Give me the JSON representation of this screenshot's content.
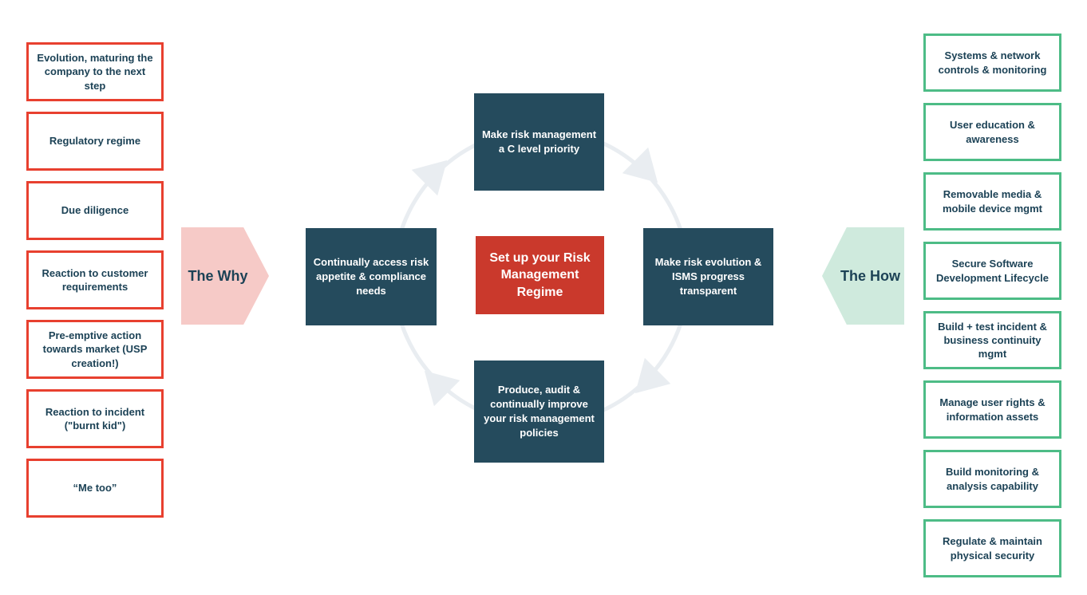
{
  "colors": {
    "red_border": "#e8402f",
    "green_border": "#4dbc86",
    "navy_box": "#254b5d",
    "navy_text": "#1c4256",
    "center_red": "#ca392c",
    "pink": "#f6cac7",
    "mint": "#cfeadd",
    "circle_gray": "#e9edf1",
    "white": "#ffffff"
  },
  "why_arrow": {
    "label": "The Why"
  },
  "how_arrow": {
    "label": "The How"
  },
  "why_column": {
    "items": [
      {
        "label": "Evolution, maturing the company to the next step"
      },
      {
        "label": "Regulatory regime"
      },
      {
        "label": "Due diligence"
      },
      {
        "label": "Reaction to customer requirements"
      },
      {
        "label": "Pre-emptive action towards market (USP creation!)"
      },
      {
        "label": "Reaction to incident (\"burnt kid\")"
      },
      {
        "label": "“Me too”"
      }
    ]
  },
  "how_column": {
    "items": [
      {
        "label": "Systems & network controls & monitoring"
      },
      {
        "label": "User education & awareness"
      },
      {
        "label": "Removable media & mobile device mgmt"
      },
      {
        "label": "Secure Software Development Lifecycle"
      },
      {
        "label": "Build + test incident & business continuity mgmt"
      },
      {
        "label": "Manage user rights & information assets"
      },
      {
        "label": "Build monitoring & analysis capability"
      },
      {
        "label": "Regulate & maintain physical security"
      }
    ]
  },
  "cycle": {
    "center": {
      "label": "Set up your Risk Management Regime"
    },
    "steps": [
      {
        "position": "top",
        "label": "Make risk management a C level priority"
      },
      {
        "position": "right",
        "label": "Make risk evolution & ISMS progress transparent"
      },
      {
        "position": "bottom",
        "label": "Produce, audit & continually improve your risk management policies"
      },
      {
        "position": "left",
        "label": "Continually access risk appetite & compliance needs"
      }
    ]
  }
}
